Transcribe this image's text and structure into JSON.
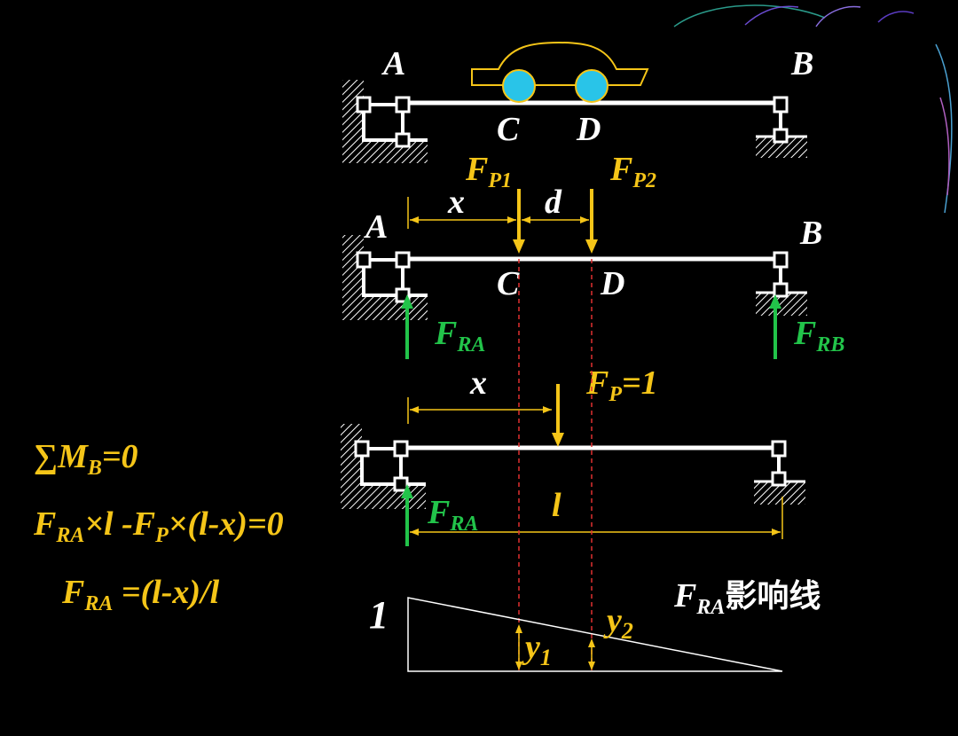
{
  "colors": {
    "background": "#000000",
    "beam": "#ffffff",
    "load": "#f5c518",
    "reaction": "#22c44a",
    "guide": "#e03030"
  },
  "labels": {
    "A": "A",
    "B": "B",
    "C": "C",
    "D": "D",
    "F": "F",
    "P1": "P1",
    "P2": "P2",
    "P": "P",
    "RA": "RA",
    "RB": "RB",
    "x": "x",
    "d": "d",
    "eq1": "=1",
    "l": "l",
    "one": "1",
    "y": "y",
    "sub1": "1",
    "sub2": "2",
    "influence_suffix": "影响线"
  },
  "equations": {
    "line1_pre": "∑M",
    "line1_sub": "B",
    "line1_post": "=0",
    "line2_f1": "F",
    "line2_sub1": "RA",
    "line2_mid": "×l -F",
    "line2_sub2": "P",
    "line2_post": "×(l-x)=0",
    "line3_f": "F",
    "line3_sub": "RA",
    "line3_post": " =(l-x)/l"
  }
}
